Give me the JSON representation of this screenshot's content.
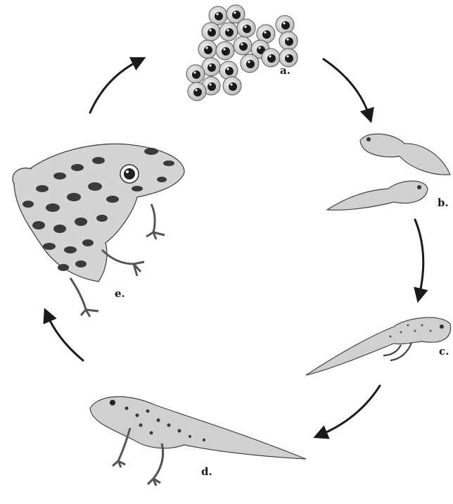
{
  "diagram": {
    "colors": {
      "ink": "#1a1a1a",
      "body": "#d2d2d2",
      "body_light": "#e6e6e6",
      "spot": "#3a3a3a"
    },
    "stages": [
      {
        "label": "a.",
        "depicts": "eggs"
      },
      {
        "label": "b.",
        "depicts": "tadpoles"
      },
      {
        "label": "c.",
        "depicts": "tadpole-with-hind-legs"
      },
      {
        "label": "d.",
        "depicts": "froglet-with-tail"
      },
      {
        "label": "e.",
        "depicts": "adult-frog"
      }
    ],
    "arrows": [
      "a-to-b",
      "b-to-c",
      "c-to-d",
      "d-to-e",
      "e-to-a"
    ]
  }
}
